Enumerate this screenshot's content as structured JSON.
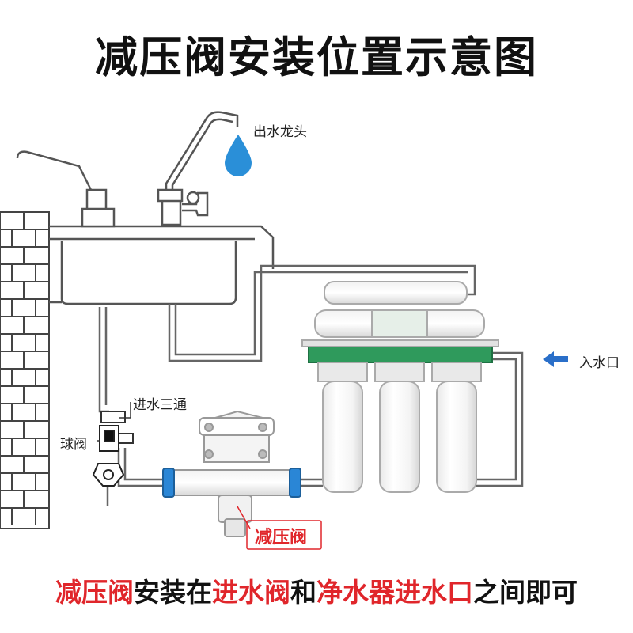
{
  "title": "减压阀安装位置示意图",
  "labels": {
    "faucet": "出水龙头",
    "inlet": "入水口",
    "tee": "进水三通",
    "ball_valve": "球阀",
    "pressure_valve": "减压阀"
  },
  "note": {
    "part1": "减压阀",
    "part2": "安装在",
    "part3": "进水阀",
    "part4": "和",
    "part5": "净水器进水口",
    "part6": "之间即可"
  },
  "colors": {
    "red": "#e0262b",
    "water_drop": "#2a8fd8",
    "filter_base": "#2f9a5c",
    "connector": "#2a86d6",
    "arrow": "#2a6fc9"
  }
}
